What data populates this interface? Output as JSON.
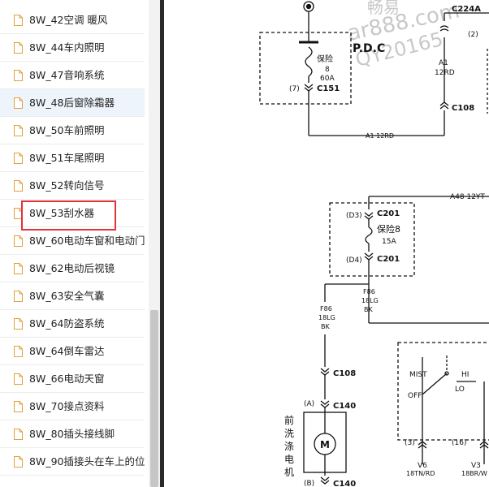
{
  "sidebar": {
    "items": [
      {
        "label": "8W_42空调 暖风"
      },
      {
        "label": "8W_44车内照明"
      },
      {
        "label": "8W_47音响系统"
      },
      {
        "label": "8W_48后窗除霜器"
      },
      {
        "label": "8W_50车前照明"
      },
      {
        "label": "8W_51车尾照明"
      },
      {
        "label": "8W_52转向信号"
      },
      {
        "label": "8W_53刮水器"
      },
      {
        "label": "8W_60电动车窗和电动门"
      },
      {
        "label": "8W_62电动后视镜"
      },
      {
        "label": "8W_63安全气囊"
      },
      {
        "label": "8W_64防盗系统"
      },
      {
        "label": "8W_64倒车雷达"
      },
      {
        "label": "8W_66电动天窗"
      },
      {
        "label": "8W_70接点资料"
      },
      {
        "label": "8W_80插头接线脚"
      },
      {
        "label": "8W_90插接头在车上的位"
      }
    ],
    "selected_index": 3,
    "highlighted_index": 7
  },
  "watermark": {
    "line1": "畅易",
    "line2": "ar888.com",
    "line3": "QY20165"
  },
  "diagram": {
    "pdc": "P.D.C",
    "fuse_top": {
      "name": "保险",
      "number": "8",
      "rating": "60A"
    },
    "c151_pin": "(7)",
    "c151": "C151",
    "c224a": "C224A",
    "c224a_pin": "(2)",
    "a1_label": "A1",
    "a1_color": "12RD",
    "c108": "C108",
    "a1_bottom": "A1 12RD",
    "a48": "A48 12YT",
    "d3": "(D3)",
    "c201": "C201",
    "fuse_mid": {
      "name": "保险8",
      "rating": "15A"
    },
    "d4": "(D4)",
    "f86_left": [
      "F86",
      "18LG",
      "BK"
    ],
    "f86_right": [
      "F86",
      "18LG",
      "BK"
    ],
    "c108_lower": "C108",
    "pin_a": "(A)",
    "c140": "C140",
    "pin_b": "(B)",
    "motor_symbol": "M",
    "motor_label": [
      "前",
      "洗",
      "涤",
      "电",
      "机"
    ],
    "switch": {
      "mist": "MIST",
      "off": "OFF",
      "hi": "HI",
      "lo": "LO"
    },
    "pin_3": "(3)",
    "pin_16": "(16)",
    "v6": [
      "V6",
      "18TN/RD"
    ],
    "v3": [
      "V3",
      "18BR/W"
    ]
  }
}
